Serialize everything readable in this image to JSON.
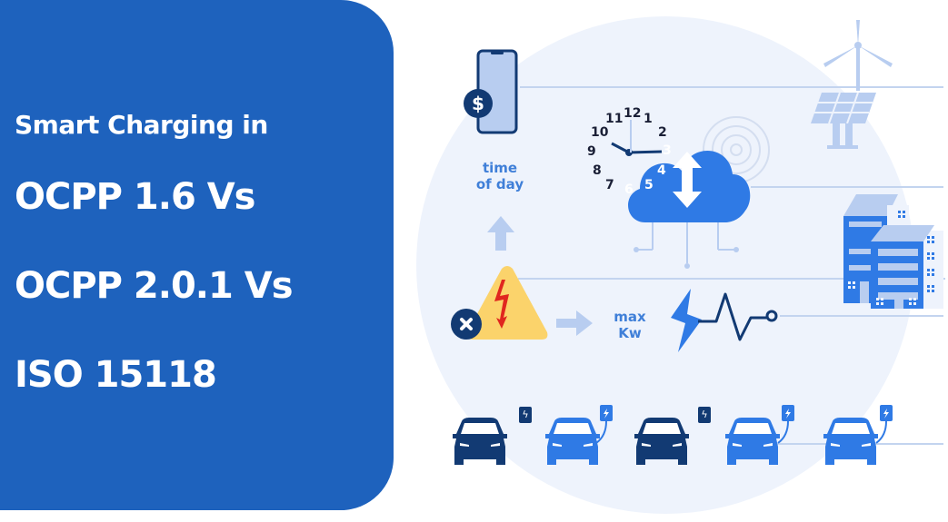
{
  "title_panel": {
    "lines": [
      "Smart Charging in",
      "OCPP 1.6 Vs",
      "OCPP 2.0.1 Vs",
      "ISO 15118"
    ],
    "background": "#1e62bd",
    "text_color": "#ffffff"
  },
  "diagram": {
    "labels": {
      "time_of_day": [
        "time",
        "of day"
      ],
      "max_kw": [
        "max",
        "Kw"
      ],
      "dollar": "$"
    },
    "clock_numbers": [
      "12",
      "1",
      "2",
      "3",
      "4",
      "5",
      "6",
      "7",
      "8",
      "9",
      "10",
      "11"
    ],
    "icons": [
      "smartphone-icon",
      "dollar-badge-icon",
      "clock-icon",
      "cloud-icon",
      "up-down-arrow-icon",
      "signal-waves-icon",
      "wind-turbine-icon",
      "solar-panel-icon",
      "buildings-icon",
      "warning-triangle-icon",
      "lightning-bolt-icon",
      "close-badge-icon",
      "arrow-up-icon",
      "arrow-right-icon",
      "power-pulse-icon",
      "car-icon",
      "charger-icon"
    ],
    "cars": [
      {
        "color": "#123a73",
        "charging": false
      },
      {
        "color": "#2f7ae5",
        "charging": true
      },
      {
        "color": "#123a73",
        "charging": false
      },
      {
        "color": "#2f7ae5",
        "charging": true
      },
      {
        "color": "#2f7ae5",
        "charging": true
      }
    ],
    "colors": {
      "dark_navy": "#123a73",
      "bright_blue": "#2f7ae5",
      "light_blue": "#b8cdf0",
      "circle_bg": "#eef3fc",
      "warning_yellow": "#fbd36b",
      "warning_red": "#e0261f",
      "label_blue": "#3f7fd8"
    }
  }
}
